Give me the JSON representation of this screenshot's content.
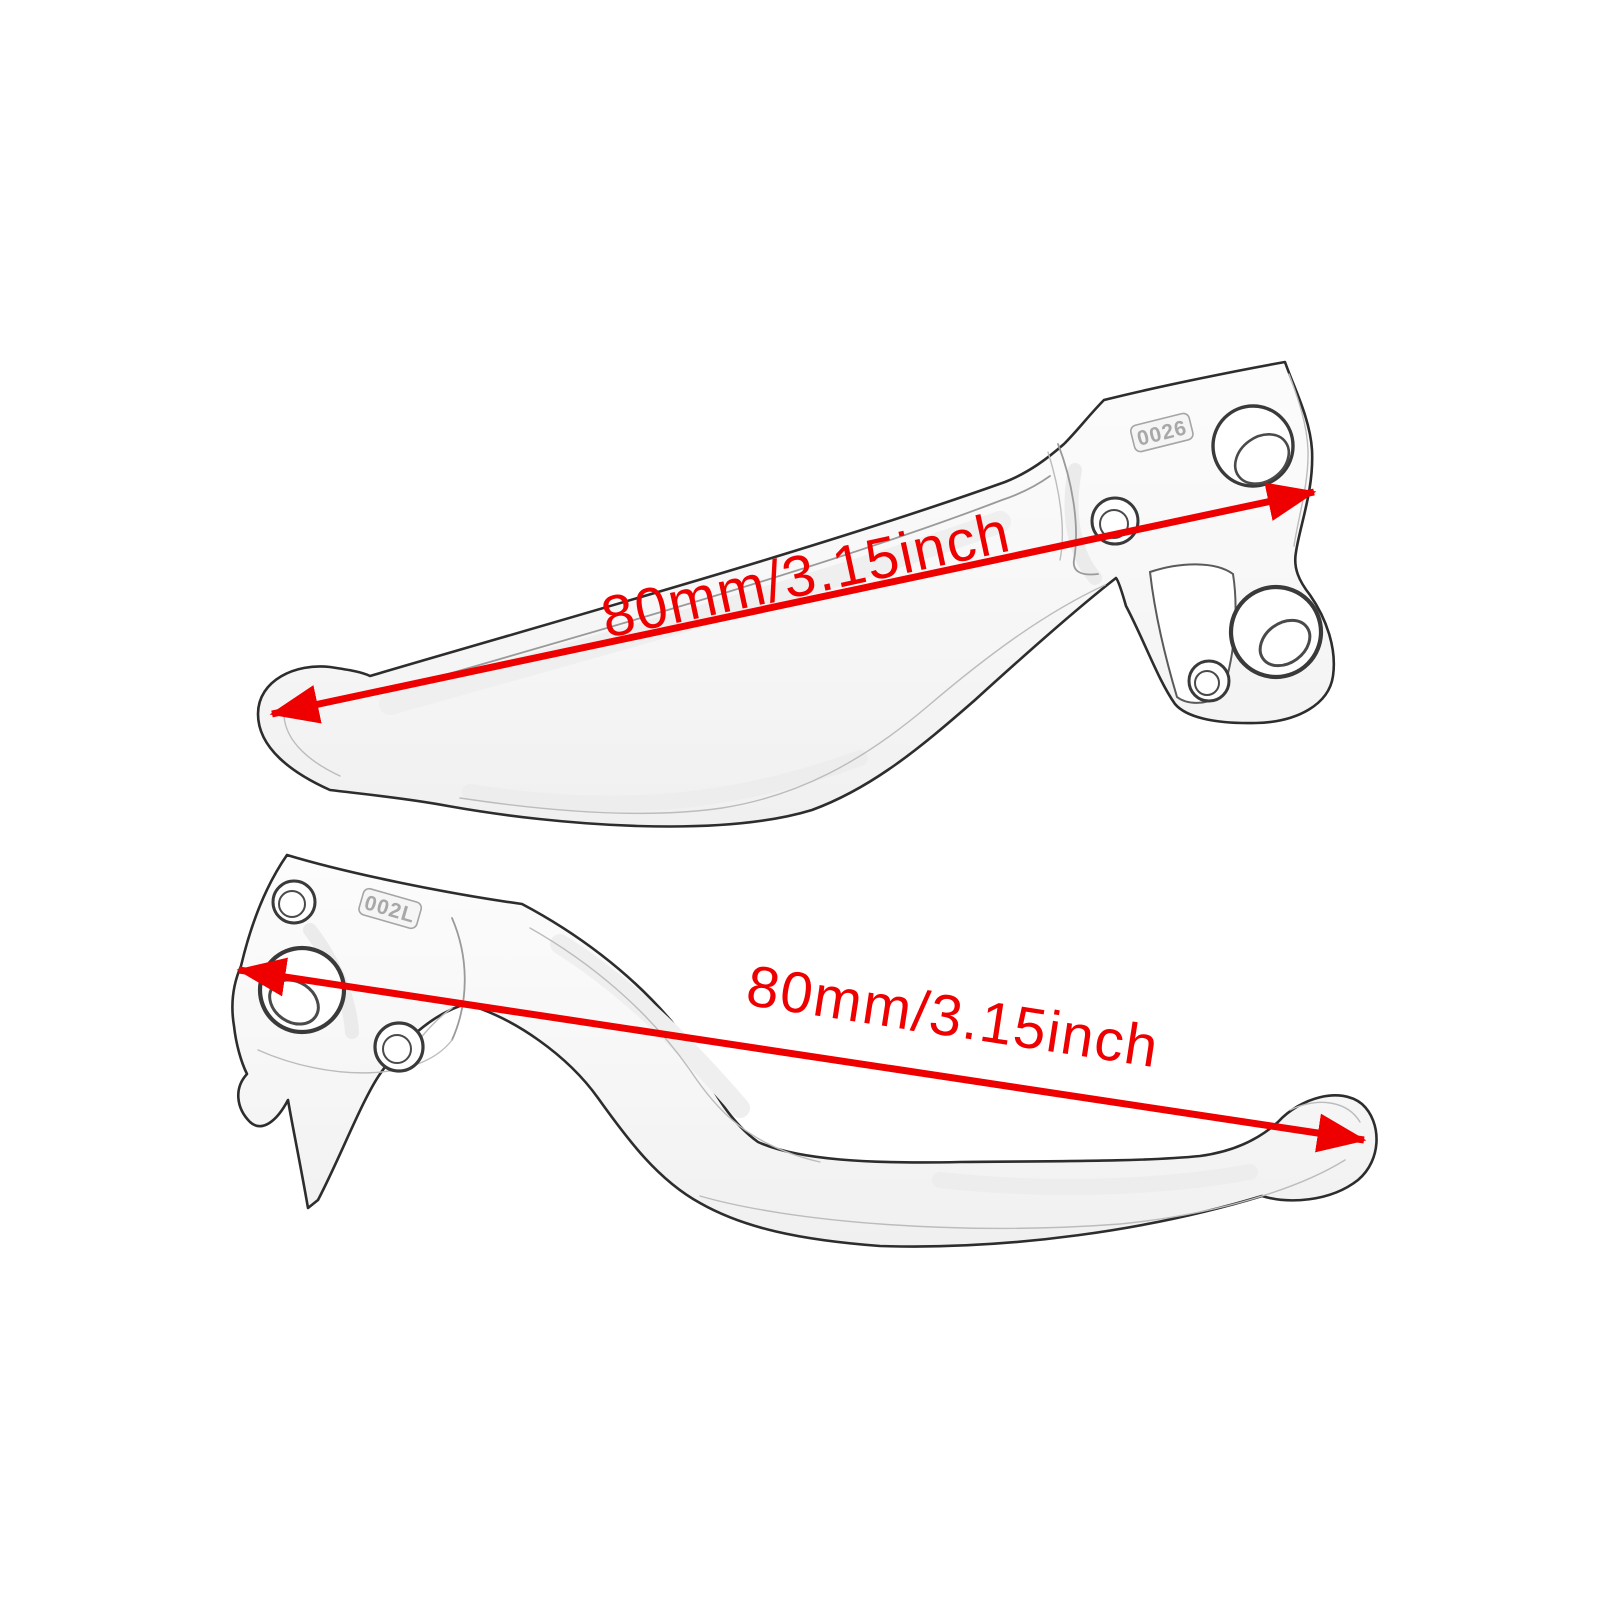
{
  "page": {
    "background_color": "#ffffff"
  },
  "diagram": {
    "accent_color": "#ee0000",
    "line_color": "#2d2d2d",
    "levers": {
      "top": {
        "stamp_code": "0026",
        "dimension_label": "80mm/3.15inch"
      },
      "bottom": {
        "stamp_code": "002L",
        "dimension_label": "80mm/3.15inch"
      }
    }
  }
}
